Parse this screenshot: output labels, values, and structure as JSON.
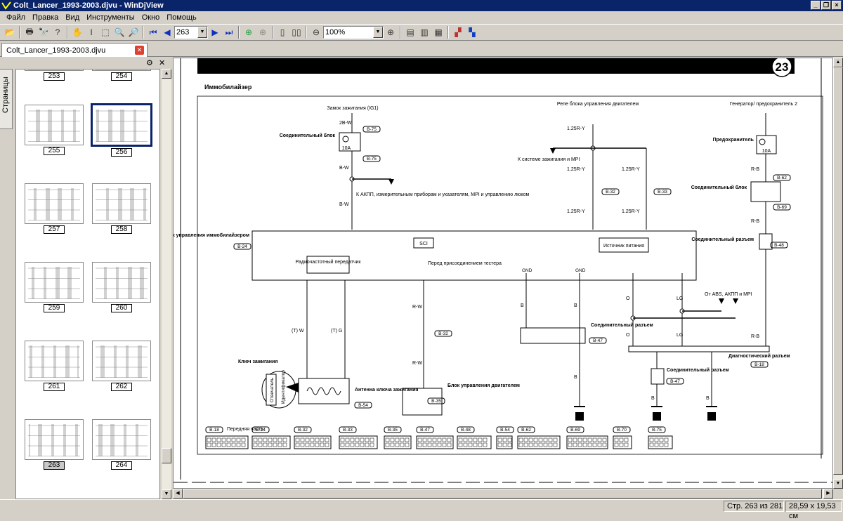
{
  "window": {
    "title": "Colt_Lancer_1993-2003.djvu - WinDjView"
  },
  "menu": [
    "Файл",
    "Правка",
    "Вид",
    "Инструменты",
    "Окно",
    "Помощь"
  ],
  "toolbar": {
    "page_value": "263",
    "zoom_value": "100%"
  },
  "tab": {
    "label": "Colt_Lancer_1993-2003.djvu"
  },
  "sidebar": {
    "vertical_tab": "Страницы",
    "thumbnails": [
      {
        "num": "253"
      },
      {
        "num": "254"
      },
      {
        "num": "255"
      },
      {
        "num": "256"
      },
      {
        "num": "257"
      },
      {
        "num": "258"
      },
      {
        "num": "259"
      },
      {
        "num": "260"
      },
      {
        "num": "261"
      },
      {
        "num": "262"
      },
      {
        "num": "263"
      },
      {
        "num": "264"
      }
    ],
    "selected": "256",
    "current": "263"
  },
  "status": {
    "page": "Стр. 263 из 281",
    "size": "28,59 x 19,53 см"
  },
  "diagram": {
    "page_badge": "23",
    "heading": "Иммобилайзер",
    "texts": {
      "ign_switch": "Замок зажигания (IG1)",
      "engine_relay": "Реле блока управления двигателем",
      "generator": "Генератор/ предохранитель 2",
      "conn_block": "Соединительный блок",
      "fuse": "Предохранитель",
      "to_ign": "К системе зажигания и MPI",
      "to_akpp": "К АКПП, измерительным приборам и указателям, MPI и управлению люком",
      "immob_unit": "Блок управления иммобилайзером",
      "radio": "Радиочастотный передатчик",
      "sci": "SCI",
      "before_tester": "Перед присоединением тестера",
      "power": "Источник питания",
      "conn_razem": "Соединительный разъем",
      "from_abs": "От ABS, АКПП и MPI",
      "diag": "Диагностический разъем",
      "key": "Ключ зажигания",
      "antenna": "Антенна ключа зажигания",
      "ecu": "Блок управления двигателем",
      "front": "Передняя часть",
      "gnd": "GND",
      "identifier": "Идентификатор",
      "sender": "Отвечатель"
    },
    "wires": {
      "bw": "B-W",
      "2bw": "2B-W",
      "r125": "1.25R-Y",
      "rb": "R-B",
      "rw": "R-W",
      "b": "B",
      "lg": "LG",
      "o": "O",
      "tw": "(T) W",
      "tg": "(T) G",
      "amp10": "10A"
    },
    "connectors": [
      "B-18",
      "B-24",
      "B-32",
      "B-33",
      "B-35",
      "B-47",
      "B-48",
      "B-54",
      "B-62",
      "B-69",
      "B-70",
      "B-75"
    ]
  }
}
